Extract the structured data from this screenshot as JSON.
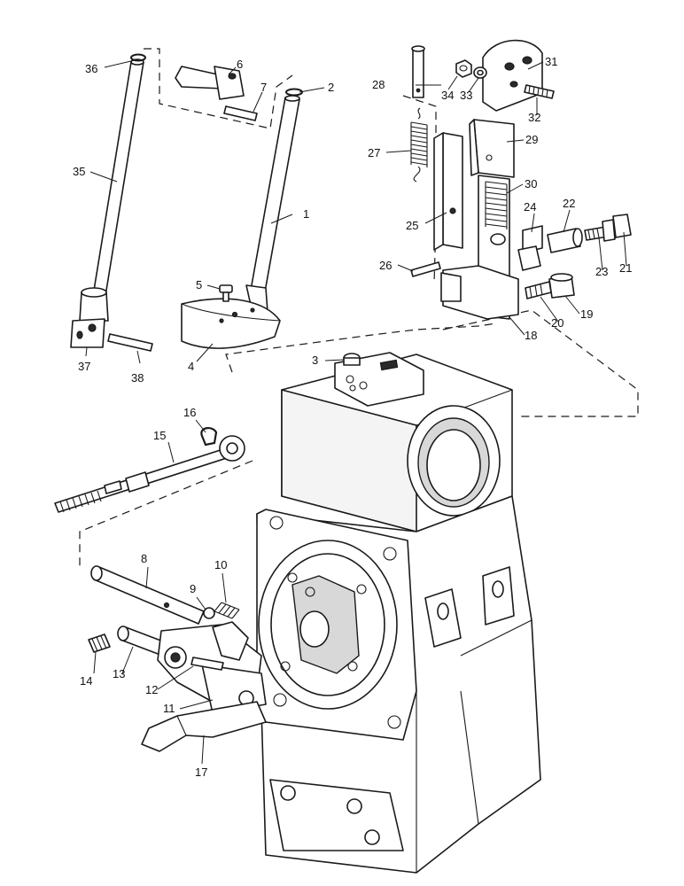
{
  "labels": [
    {
      "id": "1",
      "text": "1"
    },
    {
      "id": "2",
      "text": "2"
    },
    {
      "id": "3",
      "text": "3"
    },
    {
      "id": "4",
      "text": "4"
    },
    {
      "id": "5",
      "text": "5"
    },
    {
      "id": "6",
      "text": "6"
    },
    {
      "id": "7",
      "text": "7"
    },
    {
      "id": "8",
      "text": "8"
    },
    {
      "id": "9",
      "text": "9"
    },
    {
      "id": "10",
      "text": "10"
    },
    {
      "id": "11",
      "text": "11"
    },
    {
      "id": "12",
      "text": "12"
    },
    {
      "id": "13",
      "text": "13"
    },
    {
      "id": "14",
      "text": "14"
    },
    {
      "id": "15",
      "text": "15"
    },
    {
      "id": "16",
      "text": "16"
    },
    {
      "id": "17",
      "text": "17"
    },
    {
      "id": "18",
      "text": "18"
    },
    {
      "id": "19",
      "text": "19"
    },
    {
      "id": "20",
      "text": "20"
    },
    {
      "id": "21",
      "text": "21"
    },
    {
      "id": "22",
      "text": "22"
    },
    {
      "id": "23",
      "text": "23"
    },
    {
      "id": "24",
      "text": "24"
    },
    {
      "id": "25",
      "text": "25"
    },
    {
      "id": "26",
      "text": "26"
    },
    {
      "id": "27",
      "text": "27"
    },
    {
      "id": "28",
      "text": "28"
    },
    {
      "id": "29",
      "text": "29"
    },
    {
      "id": "30",
      "text": "30"
    },
    {
      "id": "31",
      "text": "31"
    },
    {
      "id": "32",
      "text": "32"
    },
    {
      "id": "33",
      "text": "33"
    },
    {
      "id": "34",
      "text": "34"
    },
    {
      "id": "35",
      "text": "35"
    },
    {
      "id": "36",
      "text": "36"
    },
    {
      "id": "37",
      "text": "37"
    },
    {
      "id": "38",
      "text": "38"
    }
  ]
}
